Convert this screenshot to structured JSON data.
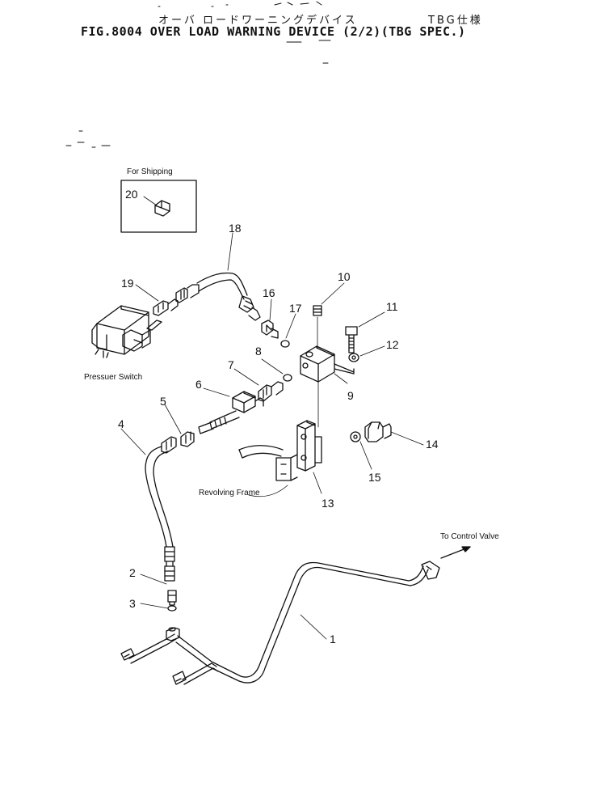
{
  "header": {
    "title_jp": "オーバ ロードワーニングデバイス",
    "title_jp_spec": "TBG仕様",
    "title_en": "FIG.8004  OVER LOAD WARNING DEVICE (2/2)(TBG SPEC.)"
  },
  "labels": {
    "for_shipping": "For Shipping",
    "pressure_switch": "Pressuer Switch",
    "revolving_frame": "Revolving Frame",
    "to_control_valve": "To Control Valve"
  },
  "callouts": [
    "1",
    "2",
    "3",
    "4",
    "5",
    "6",
    "7",
    "8",
    "9",
    "10",
    "11",
    "12",
    "13",
    "14",
    "15",
    "16",
    "17",
    "18",
    "19",
    "20"
  ]
}
